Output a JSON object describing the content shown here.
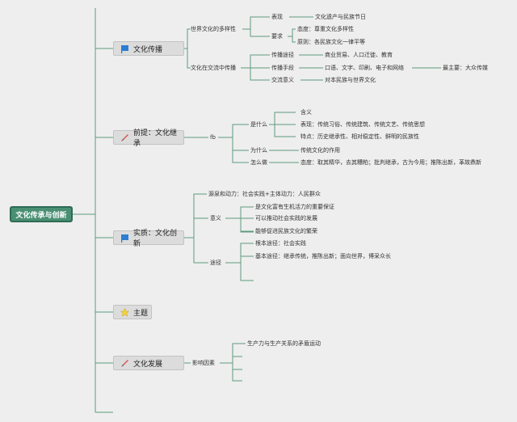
{
  "colors": {
    "line": "#5f9a7d",
    "root_bg": "#4a8f74",
    "topic_bg": "#dcdcdc",
    "flag": "#2d7dd2",
    "star": "#f3d23b"
  },
  "root": "文化传承与创新",
  "topics": {
    "t1": {
      "label": "文化传播",
      "icon": "flag-icon"
    },
    "t2": {
      "label": "前提：文化继承",
      "icon": "pencil-icon"
    },
    "t3": {
      "label": "实质：文化创新",
      "icon": "flag-icon"
    },
    "t4": {
      "label": "主题",
      "icon": "star-icon"
    },
    "t5": {
      "label": "文化发展",
      "icon": "pencil-icon"
    }
  },
  "t1": {
    "diversity": "世界文化的多样性",
    "biaoxian": "表现",
    "heritage": "文化遗产与民族节日",
    "yaoqiu": "要求",
    "taidu": "态度：尊重文化多样性",
    "yuanze": "原则：各民族文化一律平等",
    "exchange": "文化在交流中传播",
    "tujing": "传播途径",
    "tujing_val": "商业贸易、人口迁徙、教育",
    "shouduan": "传播手段",
    "shouduan_val": "口语、文字、印刷、电子和网络",
    "major": "最主要：大众传媒",
    "yiyi": "交流意义",
    "yiyi_val": "对本民族与世界文化"
  },
  "t2": {
    "fb": "fb",
    "shishenme": "是什么",
    "hanyi": "含义",
    "biaoxian": "表现：传统习俗、传统建筑、传统文艺、传统思想",
    "tedian": "特点：历史继承性、相对稳定性、鲜明的民族性",
    "weishenme": "为什么",
    "weishenme_val": "传统文化的作用",
    "zenmezuo": "怎么做",
    "zenmezuo_val": "态度：取其精华，去其糟粕；批判继承，古为今用；推陈出新，革故鼎新"
  },
  "t3": {
    "source": "源泉和动力：社会实践+主体动力：人民群众",
    "yiyi": "意义",
    "y1": "是文化富有生机活力的重要保证",
    "y2": "可以推动社会实践的发展",
    "y3": "能够促进民族文化的繁荣",
    "tujing": "途径",
    "g1": "根本途径：社会实践",
    "g2": "基本途径：继承传统，推陈出新；面向世界，博采众长"
  },
  "t5": {
    "factors": "影响因素",
    "f1": "生产力与生产关系的矛盾运动"
  }
}
